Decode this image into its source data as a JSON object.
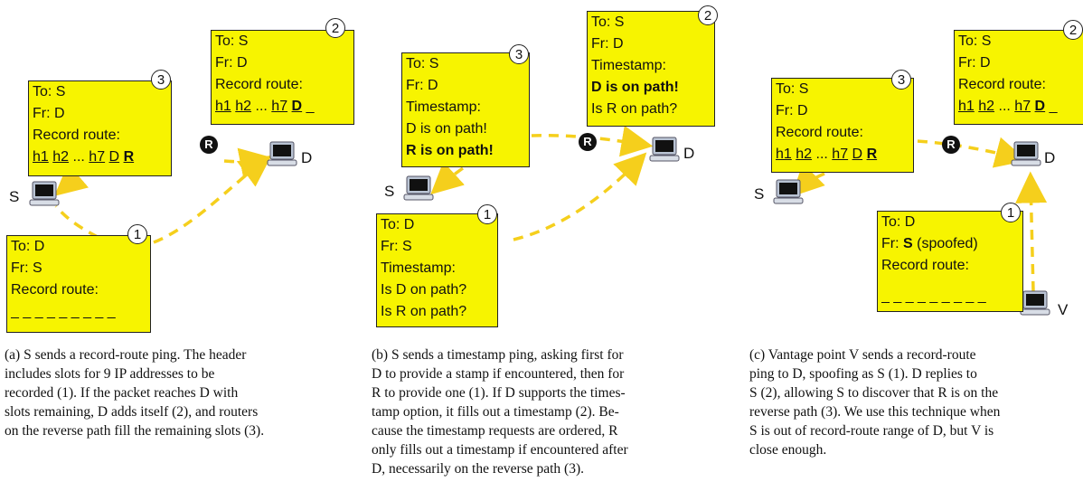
{
  "panel_a": {
    "box3": {
      "badge": "3",
      "l1": "To: S",
      "l2": "Fr: D",
      "l3": "Record route:",
      "r1": "h1",
      "r2": "h2",
      "r3": "...",
      "r4": "h7",
      "r5": "D",
      "r6": "R"
    },
    "box2": {
      "badge": "2",
      "l1": "To: S",
      "l2": "Fr: D",
      "l3": "Record route:",
      "r1": "h1",
      "r2": "h2",
      "r3": "...",
      "r4": "h7",
      "r5": "D",
      "r6": "_"
    },
    "box1": {
      "badge": "1",
      "l1": "To: D",
      "l2": "Fr: S",
      "l3": "Record route:",
      "l4": "_ _ _ _ _ _ _ _ _"
    },
    "label_s": "S",
    "label_d": "D",
    "router": "R",
    "caption_lines": [
      "(a) S sends a record-route ping. The header",
      "includes slots for 9 IP addresses to be",
      "recorded (1). If the packet reaches D with",
      "slots remaining, D adds itself (2), and routers",
      "on the reverse path fill the remaining slots (3)."
    ]
  },
  "panel_b": {
    "box3": {
      "badge": "3",
      "l1": "To: S",
      "l2": "Fr: D",
      "l3": "Timestamp:",
      "l4": "D is on path!",
      "l5": "R is on path!"
    },
    "box2": {
      "badge": "2",
      "l1": "To: S",
      "l2": "Fr: D",
      "l3": "Timestamp:",
      "l4": "D is on path!",
      "l5": "Is R on path?"
    },
    "box1": {
      "badge": "1",
      "l1": "To: D",
      "l2": "Fr: S",
      "l3": "Timestamp:",
      "l4": "Is D on path?",
      "l5": "Is R on path?"
    },
    "label_s": "S",
    "label_d": "D",
    "router": "R",
    "caption_lines": [
      "(b) S sends a timestamp ping, asking first for",
      "D to provide a stamp if encountered, then for",
      "R to provide one (1). If D supports the times-",
      "tamp option, it fills out a timestamp (2). Be-",
      "cause the timestamp requests are ordered, R",
      "only fills out a timestamp if encountered after",
      "D, necessarily on the reverse path (3)."
    ]
  },
  "panel_c": {
    "box3": {
      "badge": "3",
      "l1": "To: S",
      "l2": "Fr: D",
      "l3": "Record route:",
      "r1": "h1",
      "r2": "h2",
      "r3": "...",
      "r4": "h7",
      "r5": "D",
      "r6": "R"
    },
    "box2": {
      "badge": "2",
      "l1": "To: S",
      "l2": "Fr: D",
      "l3": "Record route:",
      "r1": "h1",
      "r2": "h2",
      "r3": "...",
      "r4": "h7",
      "r5": "D",
      "r6": "_"
    },
    "box1": {
      "badge": "1",
      "l1": "To: D",
      "l2a": "Fr:",
      "l2b": "S",
      "l2c": "(spoofed)",
      "l3": "Record route:",
      "l4": "_ _ _ _ _ _ _ _ _"
    },
    "label_s": "S",
    "label_d": "D",
    "label_v": "V",
    "router": "R",
    "caption_lines": [
      "(c) Vantage point V sends a record-route",
      "ping to D, spoofing as S (1). D replies to",
      "S (2), allowing S to discover that R is on the",
      "reverse path (3). We use this technique when",
      "S is out of record-route range of D, but V is",
      "close enough."
    ]
  }
}
